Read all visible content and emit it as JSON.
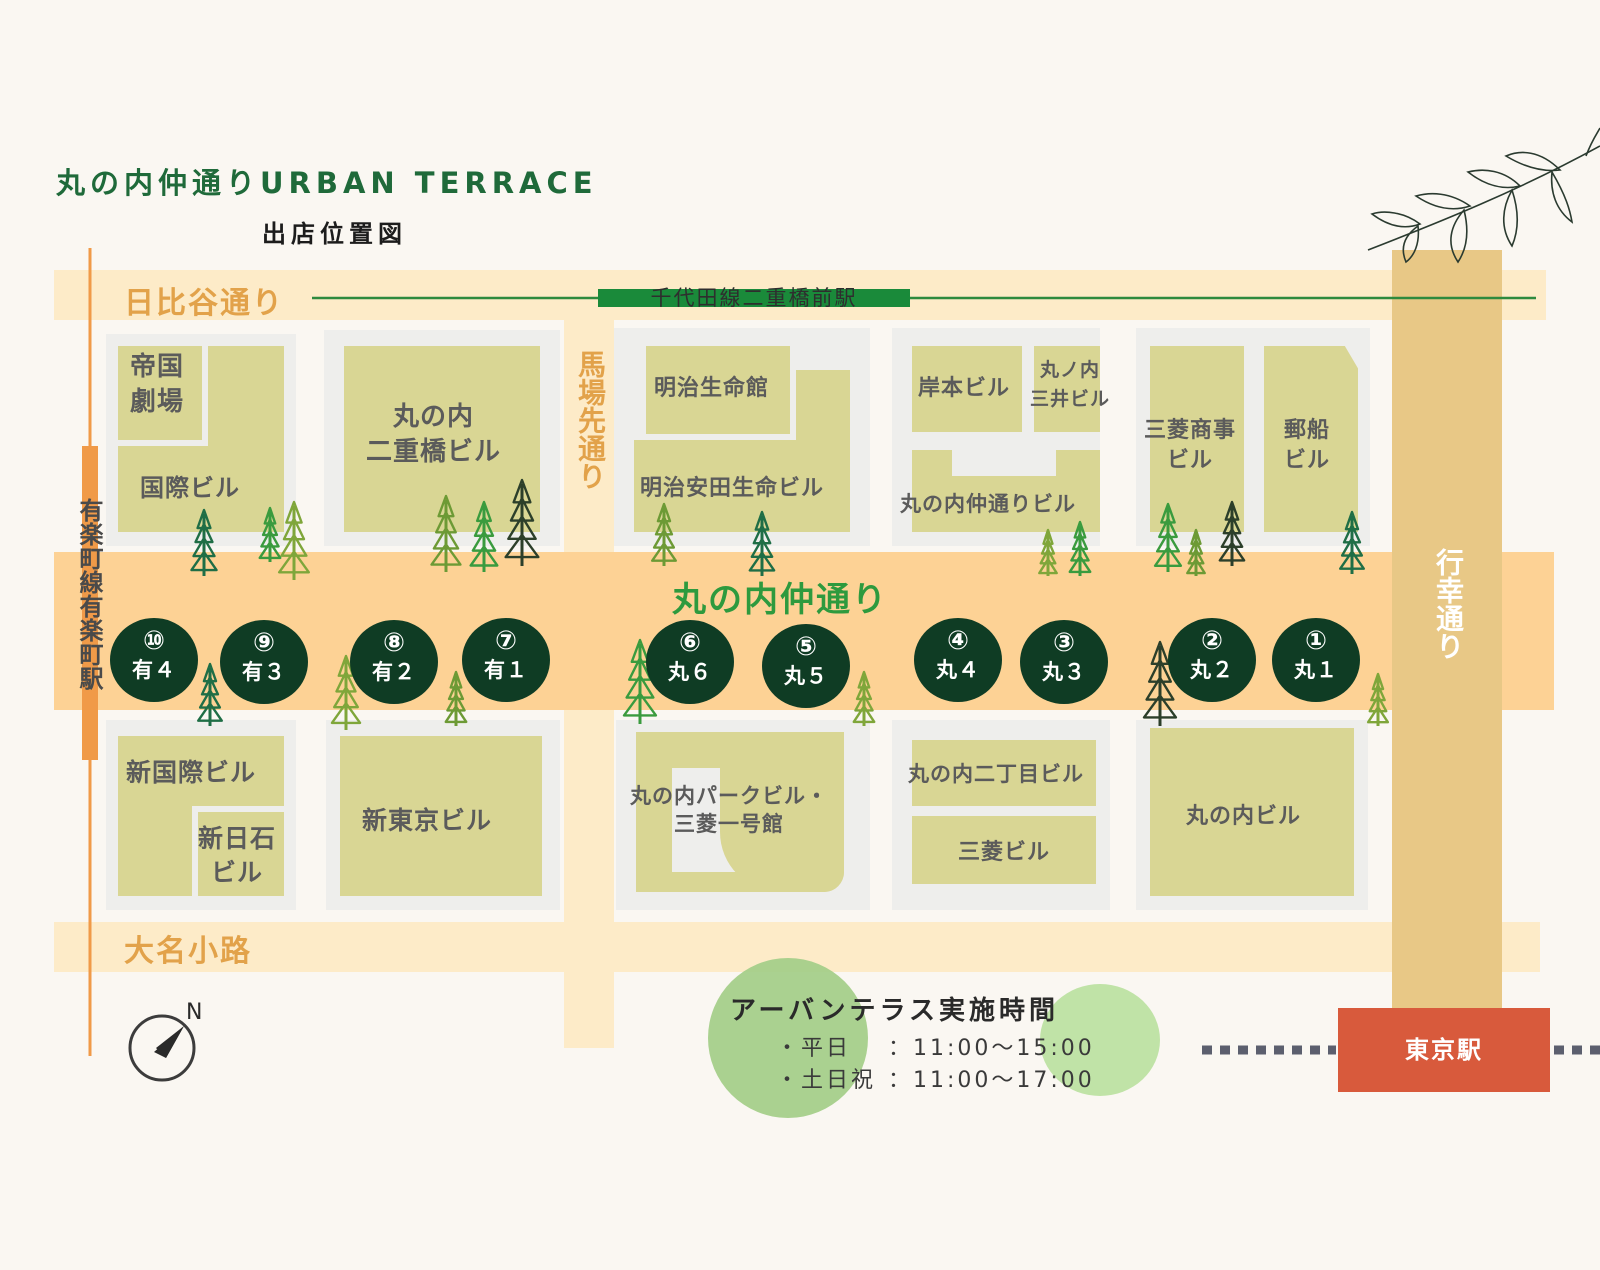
{
  "header": {
    "title": "丸の内仲通りURBAN TERRACE",
    "subtitle": "出店位置図"
  },
  "roads": {
    "hibiya": "日比谷通り",
    "babasaki": "馬場先通り",
    "naka": "丸の内仲通り",
    "gyoko": "行幸通り",
    "daimyo": "大名小路"
  },
  "rail": {
    "chiyoda_line": "千代田線二重橋前駅",
    "yurakucho_line": "有楽町線有楽町駅",
    "tokyo_station": "東京駅"
  },
  "buildings": {
    "teikoku": "帝国\n劇場",
    "kokusai": "国際ビル",
    "nijubashi": "丸の内\n二重橋ビル",
    "meiji_seimei": "明治生命館",
    "meiji_yasuda": "明治安田生命ビル",
    "kishimoto": "岸本ビル",
    "marunouchi_mitsui": "丸ノ内\n三井ビル",
    "nakadori_bldg": "丸の内仲通りビル",
    "mitsubishi_shoji": "三菱商事\nビル",
    "yusen": "郵船\nビル",
    "shin_kokusai": "新国際ビル",
    "shin_nisseki": "新日石\nビル",
    "shin_tokyo": "新東京ビル",
    "park_bldg": "丸の内パークビル・\n三菱一号館",
    "nichome": "丸の内二丁目ビル",
    "mitsubishi_bldg": "三菱ビル",
    "marunouchi_bldg": "丸の内ビル"
  },
  "shops": [
    {
      "num": "⑩",
      "code": "有４"
    },
    {
      "num": "⑨",
      "code": "有３"
    },
    {
      "num": "⑧",
      "code": "有２"
    },
    {
      "num": "⑦",
      "code": "有１"
    },
    {
      "num": "⑥",
      "code": "丸６"
    },
    {
      "num": "⑤",
      "code": "丸５"
    },
    {
      "num": "④",
      "code": "丸４"
    },
    {
      "num": "③",
      "code": "丸３"
    },
    {
      "num": "②",
      "code": "丸２"
    },
    {
      "num": "①",
      "code": "丸１"
    }
  ],
  "hours": {
    "title": "アーバンテラス実施時間",
    "weekday_label": "・平日",
    "weekday_time": "：11:00〜15:00",
    "holiday_label": "・土日祝",
    "holiday_time": "：11:00〜17:00"
  },
  "compass": {
    "label": "N"
  },
  "colors": {
    "title": "#1f6a3a",
    "road_label": "#e2a24a",
    "shop_marker": "#0f3c24",
    "building": "#d9d694",
    "station": "#d85a3c",
    "main_street": "#fdd295"
  },
  "icons": {
    "shop_marker": "filled-circle",
    "tree": "pine-tree-icon",
    "compass": "compass-icon",
    "leaf": "leaf-branch-icon"
  }
}
